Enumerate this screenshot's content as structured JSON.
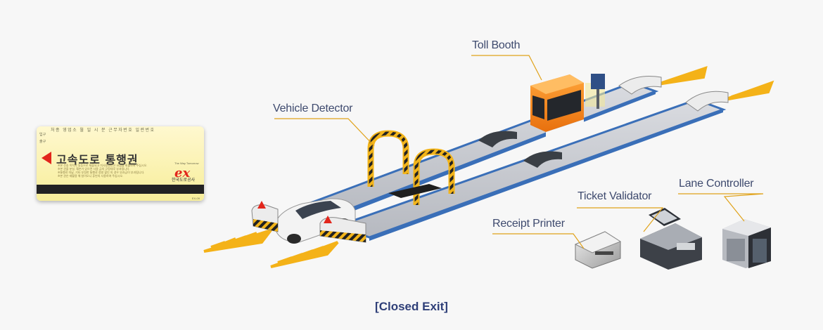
{
  "ticket": {
    "header_fields": "처종 영업소 월 일 시 분 근무자번호 일련번호",
    "label_entry": "입구",
    "label_exit": "출구",
    "title": "고속도로 통행권",
    "notes": [
      "※본 전송 목적지 일등으로 제출되고 미사용권만은 요금을 회불하여 주십시오.",
      "※본 권을 분실, 훼손가 있으면 사용 금의 규정대로 부과됩니다.",
      "※통행료 미납, 기타 부정한 통행료 정발 할인 의 경우 부과금이 부과됩니다.",
      "※본 권은 재활용 해 청이오니 휴반의 사용하여 주십시오."
    ],
    "brand_tag": "The Way Tomorrow",
    "logo": "ex",
    "corporation": "한국도로공사",
    "code": "EX-09"
  },
  "labels": {
    "toll_booth": "Toll Booth",
    "vehicle_detector": "Vehicle Detector",
    "ticket_validator": "Ticket Validator",
    "lane_controller": "Lane Controller",
    "receipt_printer": "Receipt Printer"
  },
  "caption": "[Closed Exit]",
  "colors": {
    "label_text": "#3e4a6e",
    "leader_line": "#e0a21a",
    "lane_edge": "#3a6fb8",
    "lane_surface": "#c9ccd2",
    "arrow_marking": "#f4b218",
    "booth_orange": "#f28a18",
    "caption": "#2f3f78"
  }
}
